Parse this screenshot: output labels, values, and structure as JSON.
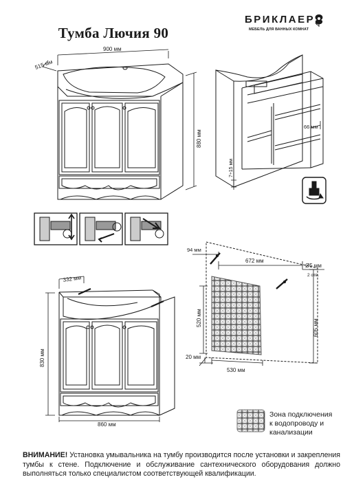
{
  "document": {
    "title": "Тумба Лючия 90",
    "brand": {
      "name": "БРИКЛАЕР",
      "tagline": "МЕБЕЛЬ ДЛЯ ВАННЫХ КОМНАТ"
    },
    "top_view": {
      "depth": "515 мм",
      "width": "900 мм",
      "height": "880 мм"
    },
    "open_view": {
      "leg_gap": "7÷15 мм",
      "side_offset": "66 мм"
    },
    "rear_view": {
      "cutout_depth": "332 мм",
      "height": "830 мм",
      "width": "860 мм"
    },
    "mount_scheme": {
      "left_offset": "94 мм",
      "hole_distance": "672 мм",
      "hole_diameter": "Ø5 мм",
      "hole_count": "2 отв.",
      "zone_height": "520 мм",
      "mount_height": "605 мм",
      "floor_gap": "20 мм",
      "zone_width": "530 мм"
    },
    "legend": {
      "line1": "Зона подключения",
      "line2": "к водопроводу и",
      "line3": "канализации"
    },
    "warning": {
      "label": "ВНИМАНИЕ!",
      "text": " Установка умывальника на тумбу производится после установки и закрепления тумбы к стене. Подключение и обслуживание сантехнического оборудования должно выполняться только специалистом соответствующей квалификации."
    },
    "colors": {
      "ink": "#1a1a1a",
      "zone_fill": "#e8e8e8"
    }
  }
}
